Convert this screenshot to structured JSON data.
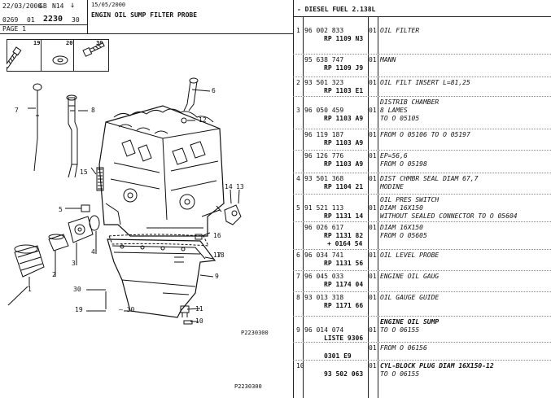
{
  "header": {
    "date": "22/03/2000",
    "lang": "GB",
    "model": "N14",
    "print_date": "15/05/2000",
    "title": "ENGIN OIL SUMP FILTER PROBE",
    "code_prefix": "0269",
    "code_mid": "01",
    "code_main": "2230",
    "code_suffix": "30",
    "page": "PAGE 1",
    "section": "DIESEL FUEL 2.138L"
  },
  "inset": {
    "labels": [
      "19",
      "20",
      "30"
    ]
  },
  "diagram": {
    "ref_code": "P2230300",
    "footer_ref": "P2230300",
    "callouts": [
      "1",
      "2",
      "3",
      "4",
      "5",
      "6",
      "7",
      "8",
      "9",
      "10",
      "11",
      "12",
      "13",
      "14",
      "15",
      "16",
      "17",
      "18",
      "19",
      "30"
    ]
  },
  "rows": [
    {
      "item": "1",
      "part": "96 002 833",
      "rp": "RP 1109 N3",
      "qty": "01",
      "desc": [
        "OIL FILTER"
      ]
    },
    {
      "item": "",
      "part": "95 638 747",
      "rp": "RP 1109 J9",
      "qty": "01",
      "desc": [
        "MANN"
      ]
    },
    {
      "item": "2",
      "part": "93 501 323",
      "rp": "RP 1103 E1",
      "qty": "01",
      "desc": [
        "OIL FILT INSERT L=81,25"
      ]
    },
    {
      "item": "3",
      "part": "96 050 459",
      "rp": "RP 1103 A9",
      "qty": "01",
      "desc": [
        "DISTRIB CHAMBER",
        "8 LAMES",
        "TO O 05105"
      ]
    },
    {
      "item": "",
      "part": "96 119 187",
      "rp": "RP 1103 A9",
      "qty": "01",
      "desc": [
        "FROM O 05106 TO O 05197"
      ]
    },
    {
      "item": "",
      "part": "96 126 776",
      "rp": "RP 1103 A9",
      "qty": "01",
      "desc": [
        "EP=56,6",
        "FROM O 05198"
      ]
    },
    {
      "item": "4",
      "part": "93 501 368",
      "rp": "RP 1104 21",
      "qty": "01",
      "desc": [
        "DIST CHMBR SEAL DIAM 67,7",
        "MODINE"
      ]
    },
    {
      "item": "5",
      "part": "91 521 113",
      "rp": "RP 1131 14",
      "qty": "01",
      "desc": [
        "OIL PRES SWITCH",
        "DIAM 16X150",
        "WITHOUT SEALED CONNECTOR TO O 05604"
      ]
    },
    {
      "item": "",
      "part": "96 026 617",
      "rp": "RP 1131 82",
      "rp2": "+ 0164 54",
      "qty": "01",
      "desc": [
        "DIAM 16X150",
        "FROM O 05605"
      ]
    },
    {
      "item": "6",
      "part": "96 034 741",
      "rp": "RP 1131 56",
      "qty": "01",
      "desc": [
        "OIL LEVEL PROBE"
      ]
    },
    {
      "item": "7",
      "part": "96 045 033",
      "rp": "RP 1174 04",
      "qty": "01",
      "desc": [
        "ENGINE OIL GAUG"
      ]
    },
    {
      "item": "8",
      "part": "93 013 318",
      "rp": "RP 1171 66",
      "qty": "01",
      "desc": [
        "OIL GAUGE GUIDE"
      ]
    },
    {
      "item": "9",
      "part": "96 014 074",
      "rp": "LISTE 9306",
      "qty": "01",
      "desc": [
        "ENGINE OIL SUMP",
        "TO O 06155"
      ]
    },
    {
      "item": "",
      "part": "",
      "rp": "0301 E9",
      "qty": "01",
      "desc": [
        "FROM O 06156"
      ]
    },
    {
      "item": "10",
      "part": "",
      "rp": "93 502 063",
      "qty": "01",
      "desc": [
        "CYL-BLOCK PLUG DIAM 16X150-12",
        "TO O 06155"
      ]
    }
  ]
}
